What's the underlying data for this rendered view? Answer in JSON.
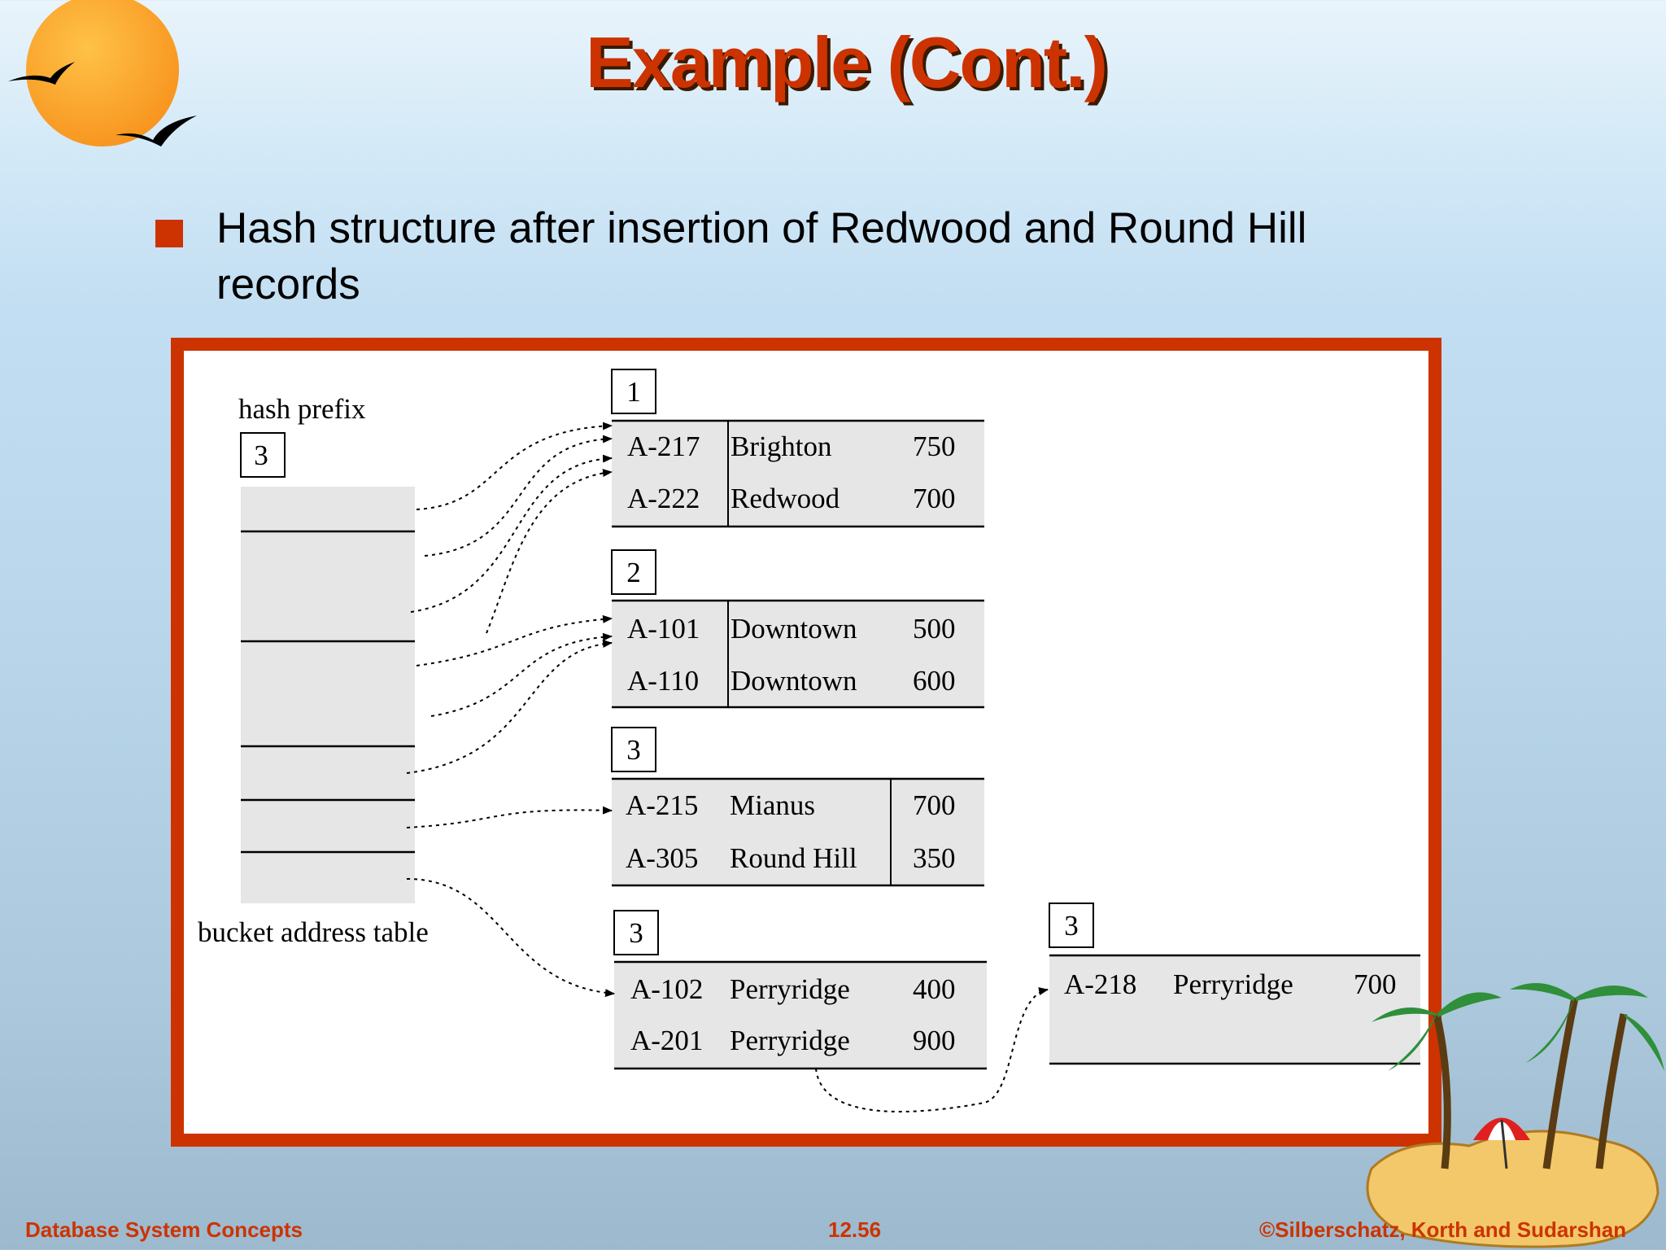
{
  "slide": {
    "title": "Example (Cont.)",
    "bullet": "Hash structure after insertion of Redwood and Round Hill records"
  },
  "diagram": {
    "hash_prefix_label": "hash prefix",
    "hash_prefix_value": "3",
    "table_label": "bucket address table",
    "buckets": [
      {
        "depth": "1",
        "records": [
          [
            "A-217",
            "Brighton",
            "750"
          ],
          [
            "A-222",
            "Redwood",
            "700"
          ]
        ]
      },
      {
        "depth": "2",
        "records": [
          [
            "A-101",
            "Downtown",
            "500"
          ],
          [
            "A-110",
            "Downtown",
            "600"
          ]
        ]
      },
      {
        "depth": "3",
        "records": [
          [
            "A-215",
            "Mianus",
            "700"
          ],
          [
            "A-305",
            "Round Hill",
            "350"
          ]
        ]
      },
      {
        "depth": "3",
        "records": [
          [
            "A-102",
            "Perryridge",
            "400"
          ],
          [
            "A-201",
            "Perryridge",
            "900"
          ]
        ]
      },
      {
        "depth": "3",
        "records": [
          [
            "A-218",
            "Perryridge",
            "700"
          ]
        ]
      }
    ]
  },
  "footer": {
    "left": "Database System Concepts",
    "center": "12.56",
    "right": "©Silberschatz, Korth and Sudarshan"
  },
  "colors": {
    "accent": "#cc3300",
    "sun": "#f9a11b",
    "bucket_fill": "#e6e6e6"
  }
}
